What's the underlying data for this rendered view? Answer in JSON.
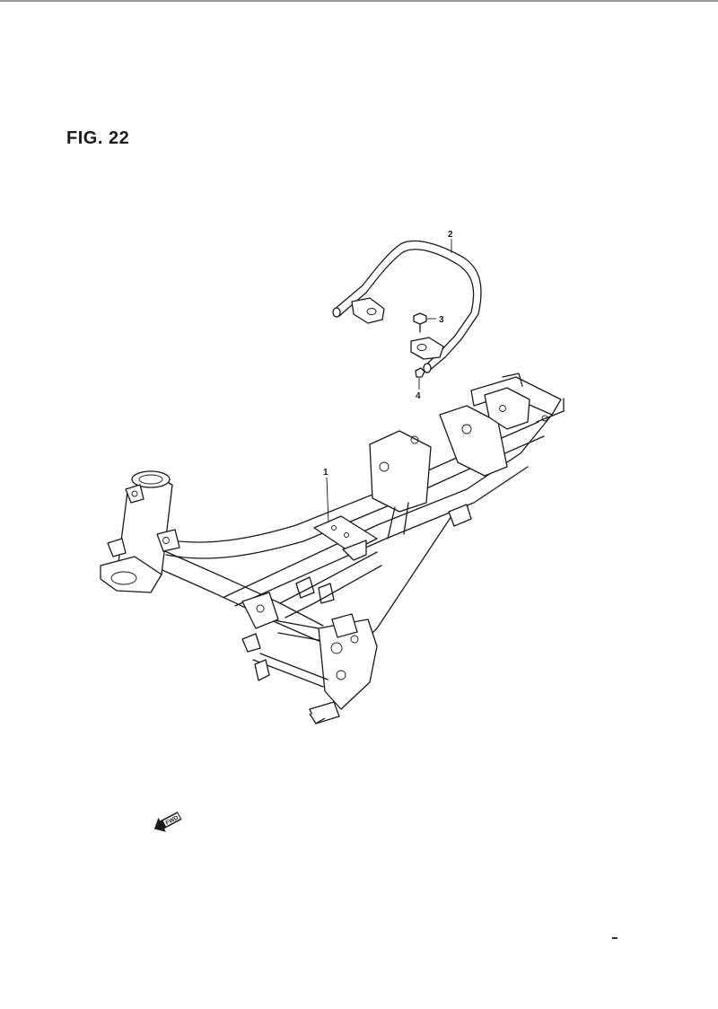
{
  "figure": {
    "title": "FIG. 22"
  },
  "callouts": [
    {
      "id": "1",
      "label": "1",
      "part": "frame"
    },
    {
      "id": "2",
      "label": "2",
      "part": "grab-rail"
    },
    {
      "id": "3",
      "label": "3",
      "part": "bolt"
    },
    {
      "id": "4",
      "label": "4",
      "part": "washer"
    }
  ],
  "direction_marker": {
    "label": "FWD"
  }
}
